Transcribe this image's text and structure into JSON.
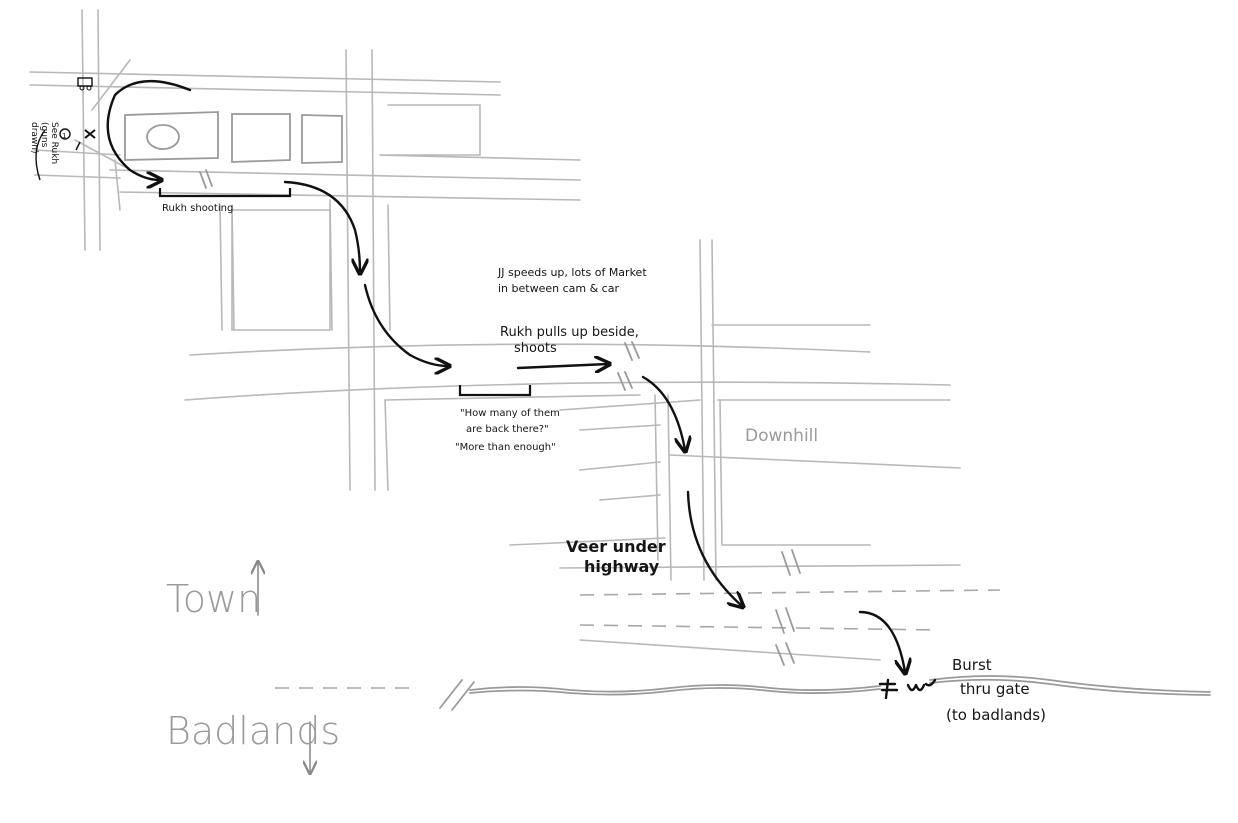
{
  "notes": {
    "see_rukh": [
      "See Rukh",
      "(guns",
      "drawn)"
    ],
    "marker_number": "1",
    "rukh_shooting": "Rukh shooting",
    "jj_speeds": [
      "JJ speeds up, lots of Market",
      "in between cam & car"
    ],
    "rukh_pulls": [
      "Rukh pulls up beside,",
      "shoots"
    ],
    "dialog": [
      "\"How many of them",
      "are back there?\"",
      "\"More than enough\""
    ],
    "downhill": "Downhill",
    "veer": [
      "Veer under",
      "highway"
    ],
    "burst": [
      "Burst",
      "thru gate",
      "(to badlands)"
    ]
  },
  "legend": {
    "town": "Town",
    "badlands": "Badlands"
  }
}
